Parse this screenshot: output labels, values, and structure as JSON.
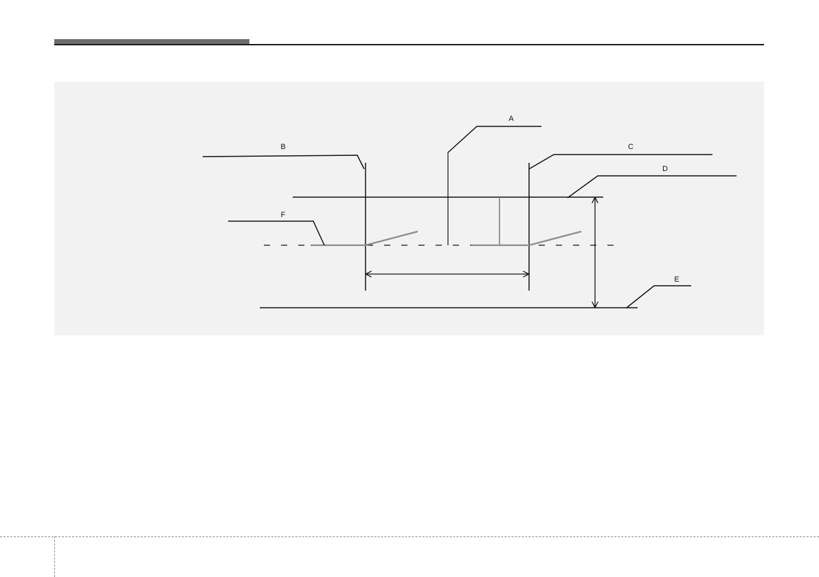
{
  "colors": {
    "header_bar": "#6b6b6b",
    "rule": "#1a1a1a",
    "panel_background": "#f2f2f2",
    "line": "#111111",
    "gray_line": "#8c8c8c"
  },
  "diagram": {
    "callouts": {
      "a": "A",
      "b": "B",
      "c": "C",
      "d": "D",
      "e": "E",
      "f": "F"
    }
  }
}
